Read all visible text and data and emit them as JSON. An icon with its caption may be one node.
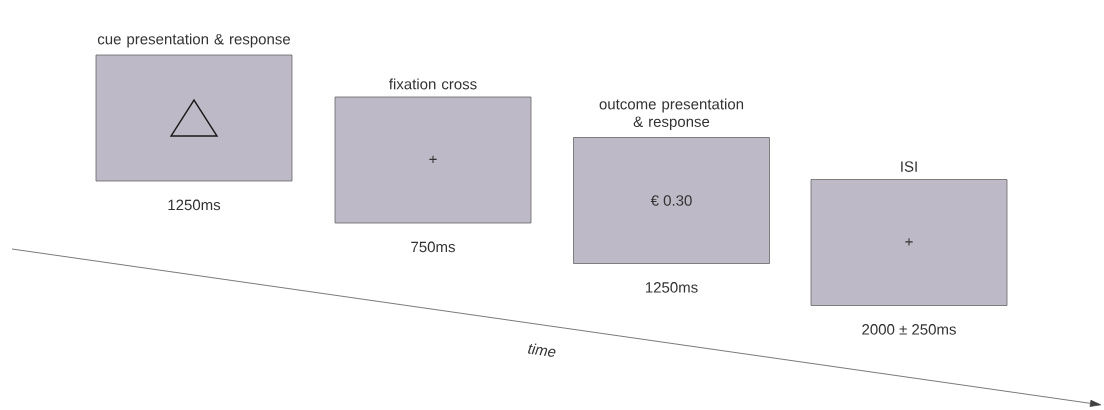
{
  "diagram": {
    "nodes": [
      {
        "text": [
          "cue presentation & response"
        ],
        "beside": [
          "1250ms"
        ]
      },
      {
        "text": [
          "fixation cross",
          "+"
        ],
        "beside": [
          "750ms"
        ]
      },
      {
        "text": [
          "outcome presentation & response",
          "€ 0.30"
        ],
        "beside": [
          "1250ms"
        ]
      },
      {
        "text": [
          "ISI",
          "+"
        ],
        "beside": [
          "2000 ± 250ms"
        ]
      }
    ],
    "labels": [
      "time"
    ]
  }
}
